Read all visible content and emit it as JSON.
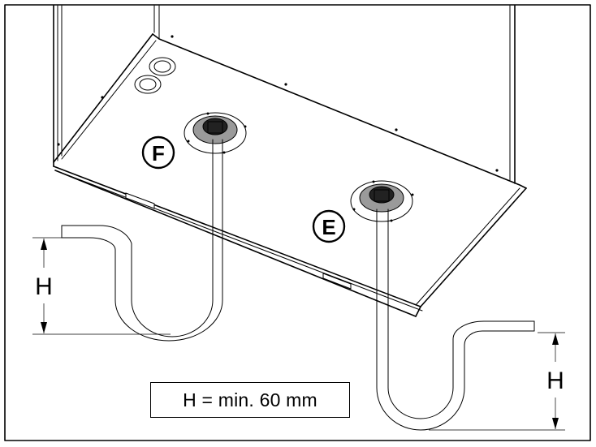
{
  "labels": {
    "outlet_f": "F",
    "outlet_e": "E",
    "dimension_left": "H",
    "dimension_right": "H",
    "formula": "H = min. 60 mm"
  },
  "colors": {
    "line": "#000000",
    "background": "#ffffff",
    "fitting_gray": "#9a9a9a"
  }
}
